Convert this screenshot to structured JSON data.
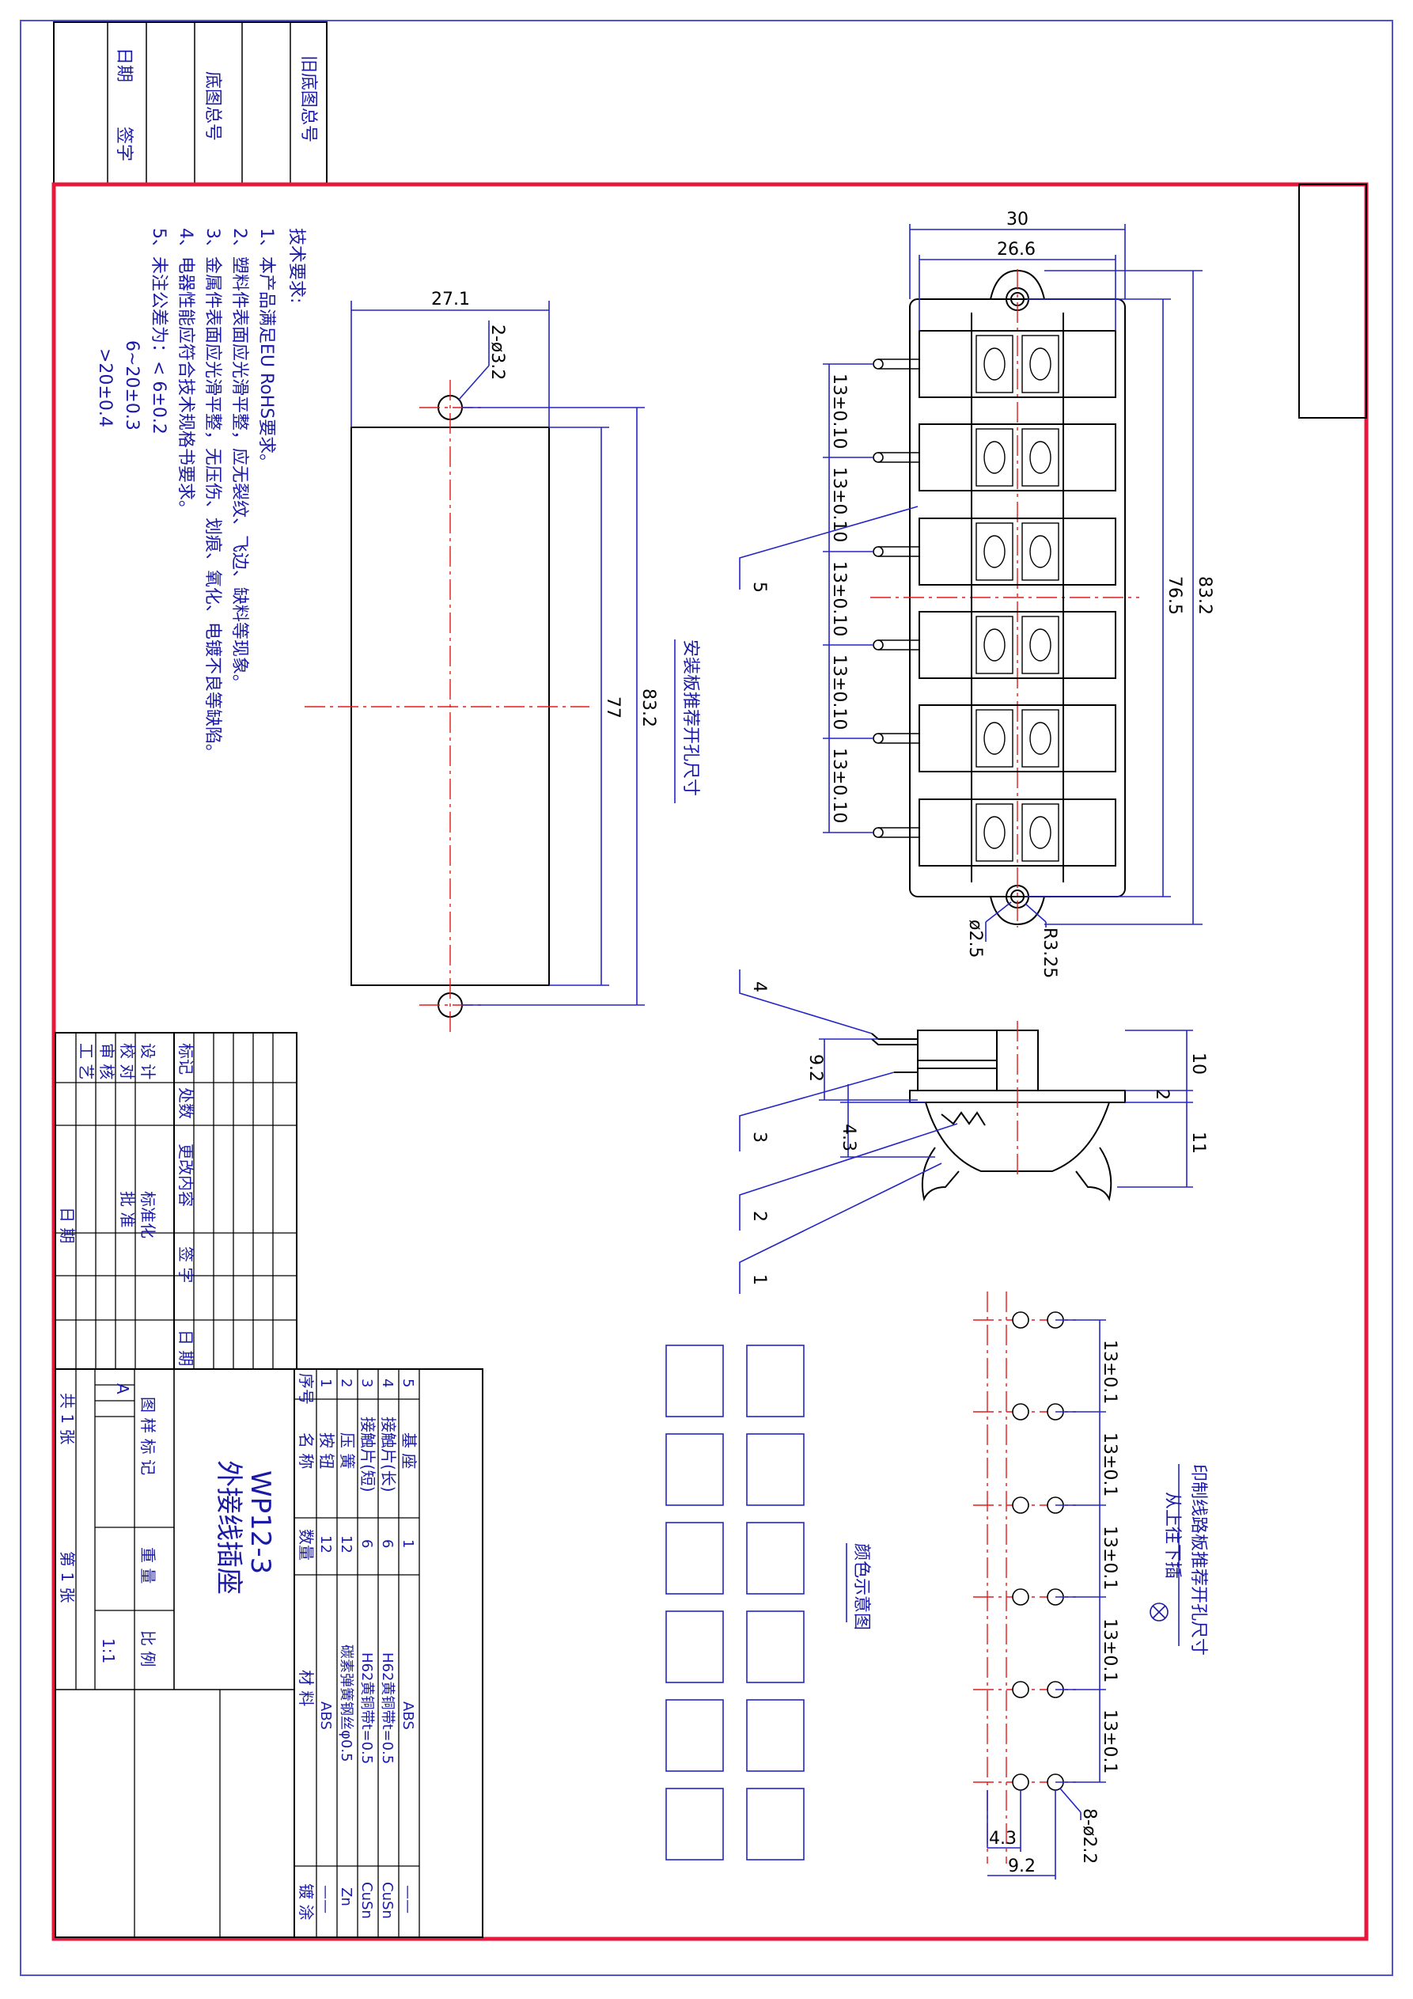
{
  "colors": {
    "frame_red": "#e8173c",
    "line_blue": "#2525c8",
    "text_blue": "#1a1aa6",
    "center_red": "#e31b1b",
    "drawing_black": "#000000"
  },
  "left_strip": {
    "old_base_no": "旧底图总号",
    "base_no": "底图总号",
    "date": "日期",
    "signature": "签字"
  },
  "tech_req": {
    "title": "技术要求:",
    "items": [
      "1、本产品满足EU RoHS要求。",
      "2、塑料件表面应光滑平整，应无裂纹、飞边、缺料等现象。",
      "3、金属件表面应光滑平整，无压伤、划痕、氧化、电镀不良等缺陷。",
      "4、电器性能应符合技术规格书要求。",
      "5、未注公差为：< 6±0.2"
    ],
    "tol_2": "6~20±0.3",
    "tol_3": ">20±0.4"
  },
  "panel_cutout": {
    "width": "27.1",
    "holes": "2-ø3.2",
    "inner": "77",
    "outer": "83.2",
    "caption": "安装板推荐开孔尺寸"
  },
  "top_view": {
    "width_outer": "30",
    "width_inner": "26.6",
    "pitch_labels": [
      "13±0.10",
      "13±0.10",
      "13±0.10",
      "13±0.10",
      "13±0.10"
    ],
    "length_inner": "76.5",
    "length_outer": "83.2",
    "hole_dia": "ø2.5",
    "radius": "R3.25"
  },
  "side_view": {
    "d_9_2": "9.2",
    "d_10": "10",
    "d_2": "2",
    "d_4_3": "4.3",
    "d_11": "11"
  },
  "callouts": [
    "5",
    "4",
    "3",
    "2",
    "1"
  ],
  "color_caption": "颜色示意图",
  "pcb": {
    "caption": "印制线路板推荐开孔尺寸",
    "subcaption": "从上往下插",
    "pitch_labels": [
      "13±0.1",
      "13±0.1",
      "13±0.1",
      "13±0.1",
      "13±0.1"
    ],
    "holes": "8-ø2.2",
    "d_4_3": "4.3",
    "d_9_2": "9.2"
  },
  "title_block": {
    "mark": "标记",
    "count": "处数",
    "change": "更改内容",
    "sign": "签 字",
    "date": "日 期",
    "design": "设 计",
    "check": "校 对",
    "review": "审 核",
    "process": "工 艺",
    "standard": "标准化",
    "approve": "批 准",
    "date2": "日 期",
    "pattern_mark": "图 样 标 记",
    "weight": "重 量",
    "scale": "比 例",
    "scale_val": "1:1",
    "grade": "A",
    "total_sheets": "共 1 张",
    "sheet_no": "第 1 张",
    "model": "WP12-3",
    "product_name": "外接线插座"
  },
  "parts_list": {
    "headers": {
      "no": "序号",
      "name": "名 称",
      "qty": "数量",
      "material": "材 料",
      "plating": "镀 涂"
    },
    "rows": [
      {
        "no": "5",
        "name": "基 座",
        "qty": "1",
        "material": "ABS",
        "plating": "——"
      },
      {
        "no": "4",
        "name": "接触片(长)",
        "qty": "6",
        "material": "H62黄铜带t=0.5",
        "plating": "CuSn"
      },
      {
        "no": "3",
        "name": "接触片(短)",
        "qty": "6",
        "material": "H62黄铜带t=0.5",
        "plating": "CuSn"
      },
      {
        "no": "2",
        "name": "压 簧",
        "qty": "12",
        "material": "碳素弹簧钢丝φ0.5",
        "plating": "Zn"
      },
      {
        "no": "1",
        "name": "按 钮",
        "qty": "12",
        "material": "ABS",
        "plating": "——"
      }
    ]
  }
}
